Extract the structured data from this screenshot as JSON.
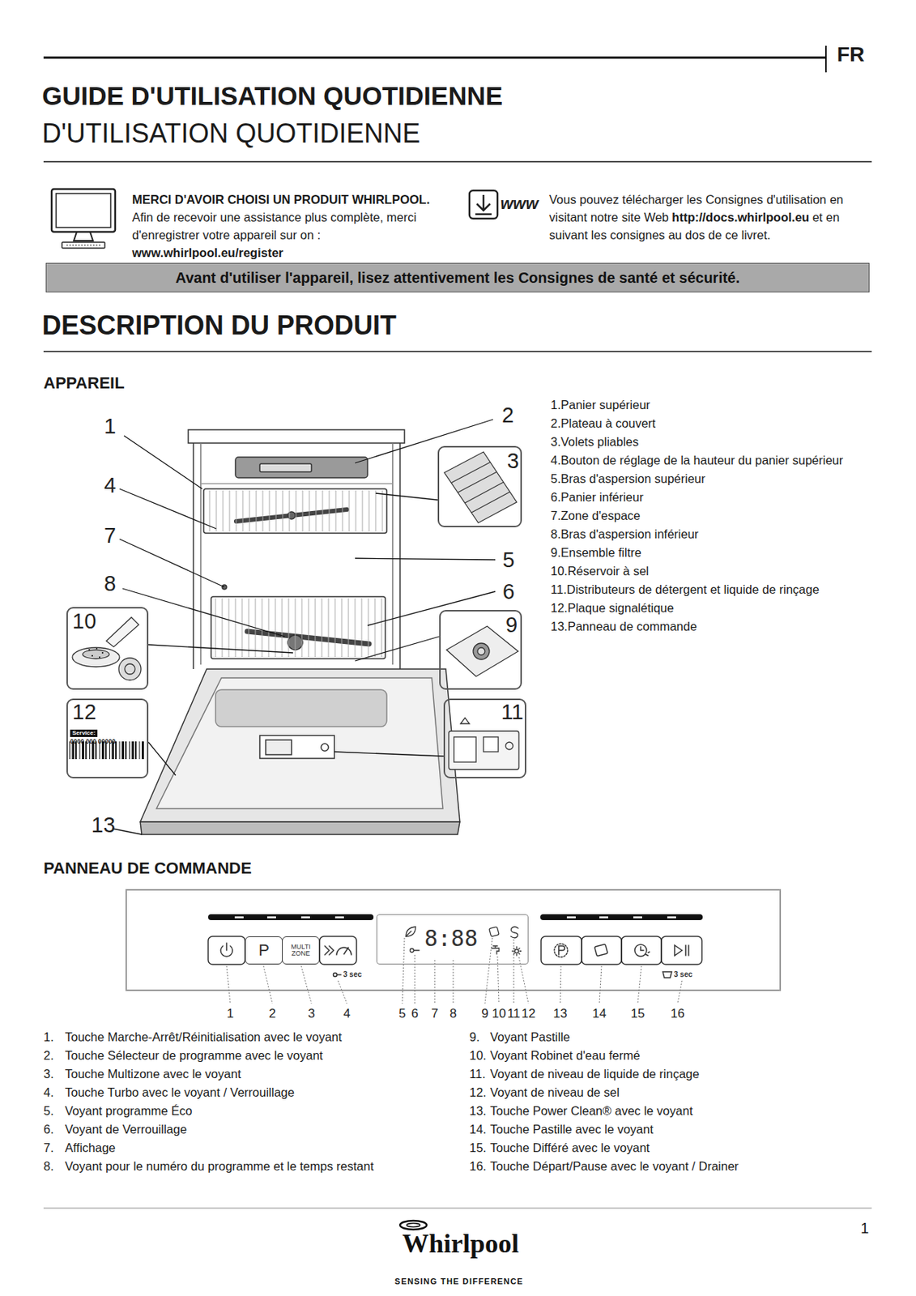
{
  "diagram": {
    "title": "GUIDE D'UTILISATION QUOTIDIENNE",
    "nodes": [
      {
        "text": [
          "Avant d'utiliser l'appareil, lisez attentivement les Consignes de santé et sécurité."
        ]
      },
      {
        "text": [
          "3"
        ]
      },
      {
        "text": [
          "10"
        ]
      },
      {
        "text": [
          "9"
        ]
      },
      {
        "text": [
          "12",
          "Service:",
          "0000 000 00000"
        ]
      },
      {
        "text": [
          "11"
        ]
      },
      {
        "text": [
          "P"
        ]
      },
      {
        "text": [
          "MULTI ZONE"
        ]
      },
      {
        "text": [
          "8:88"
        ]
      }
    ],
    "labels": [
      "FR",
      "D'UTILISATION QUOTIDIENNE",
      "MERCI D'AVOIR CHOISI UN PRODUIT WHIRLPOOL.",
      "Afin de recevoir une assistance plus complète, merci d'enregistrer votre appareil sur on :",
      "www.whirlpool.eu/register",
      "www",
      "Vous pouvez télécharger les Consignes d'utilisation en visitant notre site Web",
      "http://docs.whirlpool.eu",
      "et en suivant les consignes au dos de ce livret.",
      "DESCRIPTION DU PRODUIT",
      "APPAREIL",
      "1",
      "2",
      "4",
      "7",
      "5",
      "8",
      "6",
      "13",
      "1.Panier supérieur",
      "2.Plateau à couvert",
      "3.Volets pliables",
      "4.Bouton de réglage de la hauteur du panier supérieur",
      "5.Bras d'aspersion supérieur",
      "6.Panier inférieur",
      "7.Zone d'espace",
      "8.Bras d'aspersion inférieur",
      "9.Ensemble filtre",
      "10.Réservoir à sel",
      "11.Distributeurs de détergent et liquide de rinçage",
      "12.Plaque signalétique",
      "13.Panneau de commande",
      "PANNEAU DE COMMANDE",
      "3 sec",
      "3 sec",
      "1",
      "2",
      "3",
      "4",
      "5",
      "6",
      "7",
      "8",
      "9",
      "10",
      "11",
      "12",
      "13",
      "14",
      "15",
      "16",
      "1.",
      "Touche Marche-Arrêt/Réinitialisation avec le voyant",
      "2.",
      "Touche Sélecteur de programme avec le voyant",
      "3.",
      "Touche Multizone avec le voyant",
      "4.",
      "Touche Turbo avec le voyant / Verrouillage",
      "5.",
      "Voyant programme Éco",
      "6.",
      "Voyant de Verrouillage",
      "7.",
      "Affichage",
      "8.",
      "Voyant pour le numéro du programme et le temps restant",
      "9.",
      "Voyant Pastille",
      "10.",
      "Voyant Robinet d'eau fermé",
      "11.",
      "Voyant de niveau de liquide de rinçage",
      "12.",
      "Voyant de niveau de sel",
      "13.",
      "Touche Power Clean® avec le voyant",
      "14.",
      "Touche Pastille avec le voyant",
      "15.",
      "Touche Différé avec le voyant",
      "16.",
      "Touche Départ/Pause avec le voyant / Drainer",
      "1",
      "Whirlpool",
      "SENSING THE DIFFERENCE"
    ]
  }
}
